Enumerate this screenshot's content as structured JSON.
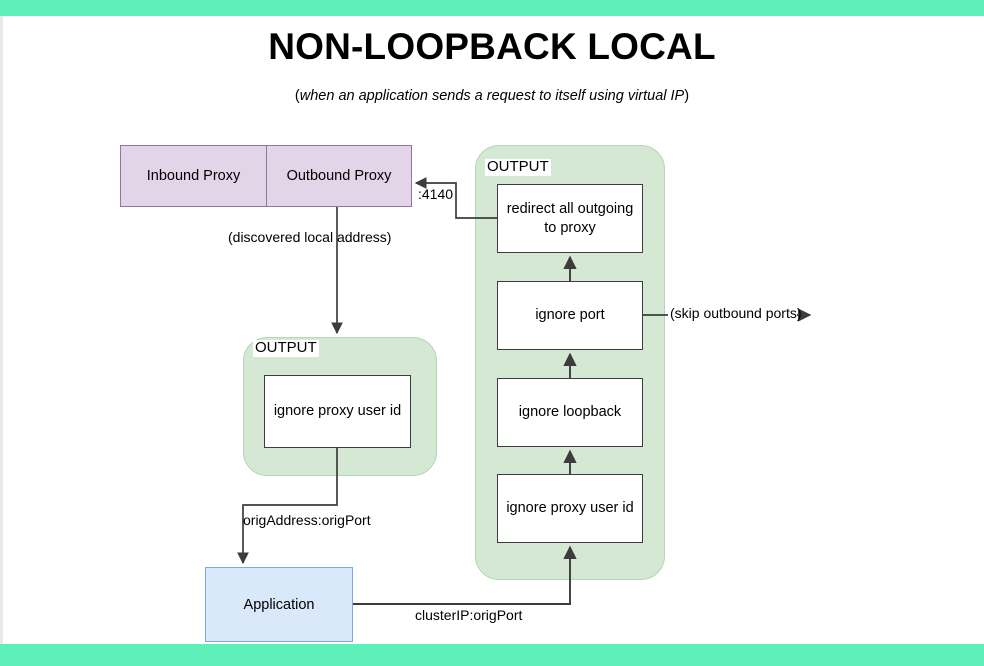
{
  "page": {
    "title": "NON-LOOPBACK LOCAL",
    "subtitle_prefix": "(",
    "subtitle_italic": "when an application sends a request to itself using virtual IP",
    "subtitle_suffix": ")",
    "accent_band_color": "#5ef0bb"
  },
  "colors": {
    "proxy_fill": "#e1d5e7",
    "proxy_stroke": "#9673a6",
    "chain_fill": "#d5e8d4",
    "chain_stroke": "#b5d6b2",
    "step_fill": "#ffffff",
    "step_stroke": "#3c3c3c",
    "app_fill": "#dae8fc",
    "app_stroke": "#7ea6e0",
    "wire": "#3c3c3c"
  },
  "proxy": {
    "inbound_label": "Inbound Proxy",
    "outbound_label": "Outbound Proxy"
  },
  "left_chain": {
    "label": "OUTPUT",
    "steps": [
      {
        "label": "ignore proxy user id"
      }
    ]
  },
  "right_chain": {
    "label": "OUTPUT",
    "steps": [
      {
        "label": "redirect all outgoing\nto proxy",
        "line1": "redirect all outgoing",
        "line2": "to proxy"
      },
      {
        "label": "ignore port"
      },
      {
        "label": "ignore loopback"
      },
      {
        "label": "ignore proxy user id"
      }
    ]
  },
  "application": {
    "label": "Application"
  },
  "connectors": {
    "proxy_port": ":4140",
    "discovered_local_address": "(discovered local address)",
    "skip_outbound_ports": "(skip outbound ports)",
    "orig_address_port": "origAddress:origPort",
    "cluster_ip_port": "clusterIP:origPort"
  }
}
